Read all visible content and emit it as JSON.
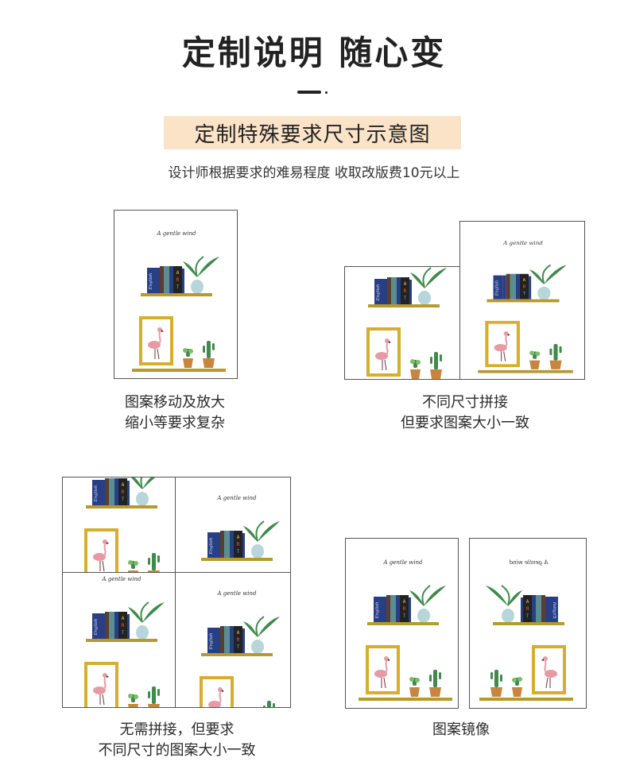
{
  "header": {
    "main_title": "定制说明  随心变",
    "subtitle": "定制特殊要求尺寸示意图",
    "note": "设计师根据要求的难易程度 收取改版费10元以上"
  },
  "artwork": {
    "tagline": "A gentle wind",
    "book_spine_1": "English",
    "book_spine_2": "ART"
  },
  "examples": [
    {
      "caption": [
        "图案移动及放大",
        "缩小等要求复杂"
      ]
    },
    {
      "caption": [
        "不同尺寸拼接",
        "但要求图案大小一致"
      ]
    },
    {
      "caption": [
        "无需拼接，但要求",
        "不同尺寸的图案大小一致"
      ]
    },
    {
      "caption": [
        "图案镜像"
      ]
    }
  ],
  "colors": {
    "subtitle_bg": "#fbe3c7",
    "shelf": "#b59a2e",
    "frame": "#d6ae2e",
    "flamingo": "#e89aa4",
    "leaf": "#3f8a4c",
    "vase": "#b8d6d9",
    "pot": "#c98540",
    "book_navy": "#283f86",
    "book_brown": "#5a3d33",
    "book_black": "#222222",
    "book_teal": "#5b8e92"
  }
}
